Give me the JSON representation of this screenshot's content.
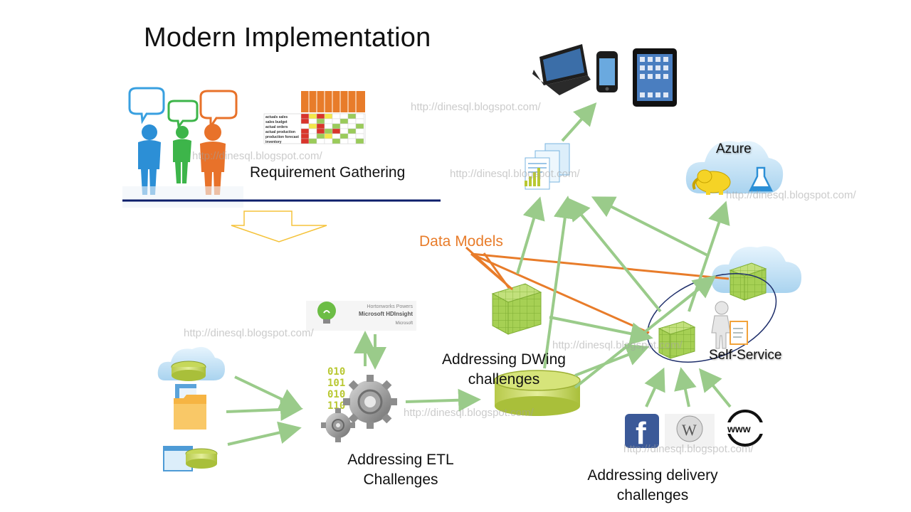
{
  "title": "Modern Implementation",
  "labels": {
    "requirement": "Requirement Gathering",
    "data_models": "Data Models",
    "azure": "Azure",
    "self_service": "Self-Service",
    "dwing_line1": "Addressing DWing",
    "dwing_line2": "challenges",
    "etl_line1": "Addressing ETL",
    "etl_line2": "Challenges",
    "delivery_line1": "Addressing delivery",
    "delivery_line2": "challenges"
  },
  "watermark": "http://dinesql.blogspot.com/",
  "hdinsight": {
    "line1": "Hortonworks Powers",
    "line2": "Microsoft HDInsight",
    "line3": "Microsoft"
  },
  "matrix": {
    "rows": [
      "actuals sales",
      "sales budget",
      "actual orders",
      "actual production",
      "production forecast",
      "inventory"
    ]
  },
  "colors": {
    "arrow_green": "#9ACB8A",
    "line_orange": "#E87C2A",
    "cube_green": "#A6D054",
    "divider_navy": "#0D1E6B",
    "cloud_blue": "#C7E4F6"
  }
}
